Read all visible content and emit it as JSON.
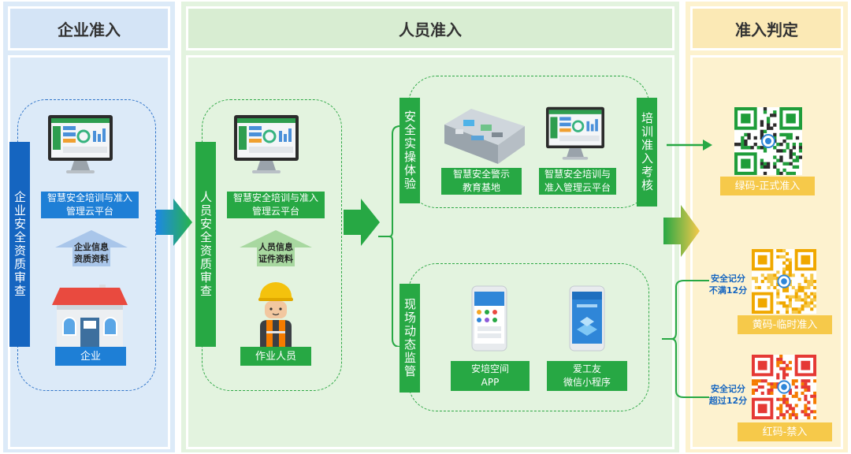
{
  "headers": {
    "enterprise": "企业准入",
    "personnel": "人员准入",
    "judgement": "准入判定"
  },
  "enterprise": {
    "bar": "企业安全资质审查",
    "platform": "智慧安全培训与准入\n管理云平台",
    "info_arrow": "企业信息\n资质资料",
    "company": "企业"
  },
  "personnel": {
    "bar": "人员安全资质审查",
    "platform": "智慧安全培训与准入\n管理云平台",
    "info_arrow": "人员信息\n证件资料",
    "worker": "作业人员"
  },
  "practice": {
    "bar": "安全实操体验",
    "base": "智慧安全警示\n教育基地",
    "platform": "智慧安全培训与\n准入管理云平台",
    "exam": "培训准入考核"
  },
  "monitor": {
    "bar": "现场动态监管",
    "app1": "安培空间\nAPP",
    "app2": "爱工友\n微信小程序"
  },
  "judgement": {
    "green": "绿码-正式准入",
    "yellow_cond": "安全记分\n不满12分",
    "yellow": "黄码-临时准入",
    "red_cond": "安全记分\n超过12分",
    "red": "红码-禁入"
  },
  "colors": {
    "blue_dark": "#1565c0",
    "blue_light": "#dceaf8",
    "green": "#27a844",
    "green_light": "#e3f3df",
    "yellow_light": "#fdf2cf",
    "yellow_label": "#f6c94a"
  }
}
